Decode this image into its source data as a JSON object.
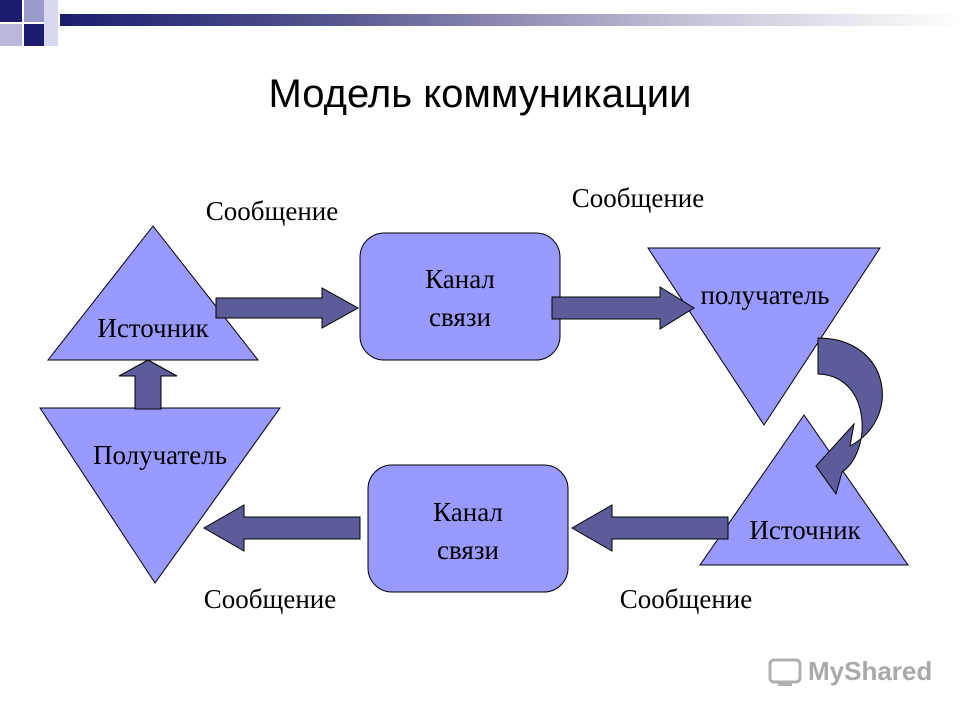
{
  "title": "Модель коммуникации",
  "labels": {
    "message_top_left": "Сообщение",
    "message_top_right": "Сообщение",
    "message_bottom_left": "Сообщение",
    "message_bottom_right": "Сообщение",
    "source_left": "Источник",
    "receiver_left": "Получатель",
    "receiver_right": "получатель",
    "source_right": "Источник",
    "channel_top_line1": "Канал",
    "channel_top_line2": "связи",
    "channel_bottom_line1": "Канал",
    "channel_bottom_line2": "связи"
  },
  "watermark": "MyShared",
  "colors": {
    "shape_fill": "#9999ff",
    "arrow_fill": "#5c5c9a",
    "deco_navy": "#1c1c6e"
  }
}
